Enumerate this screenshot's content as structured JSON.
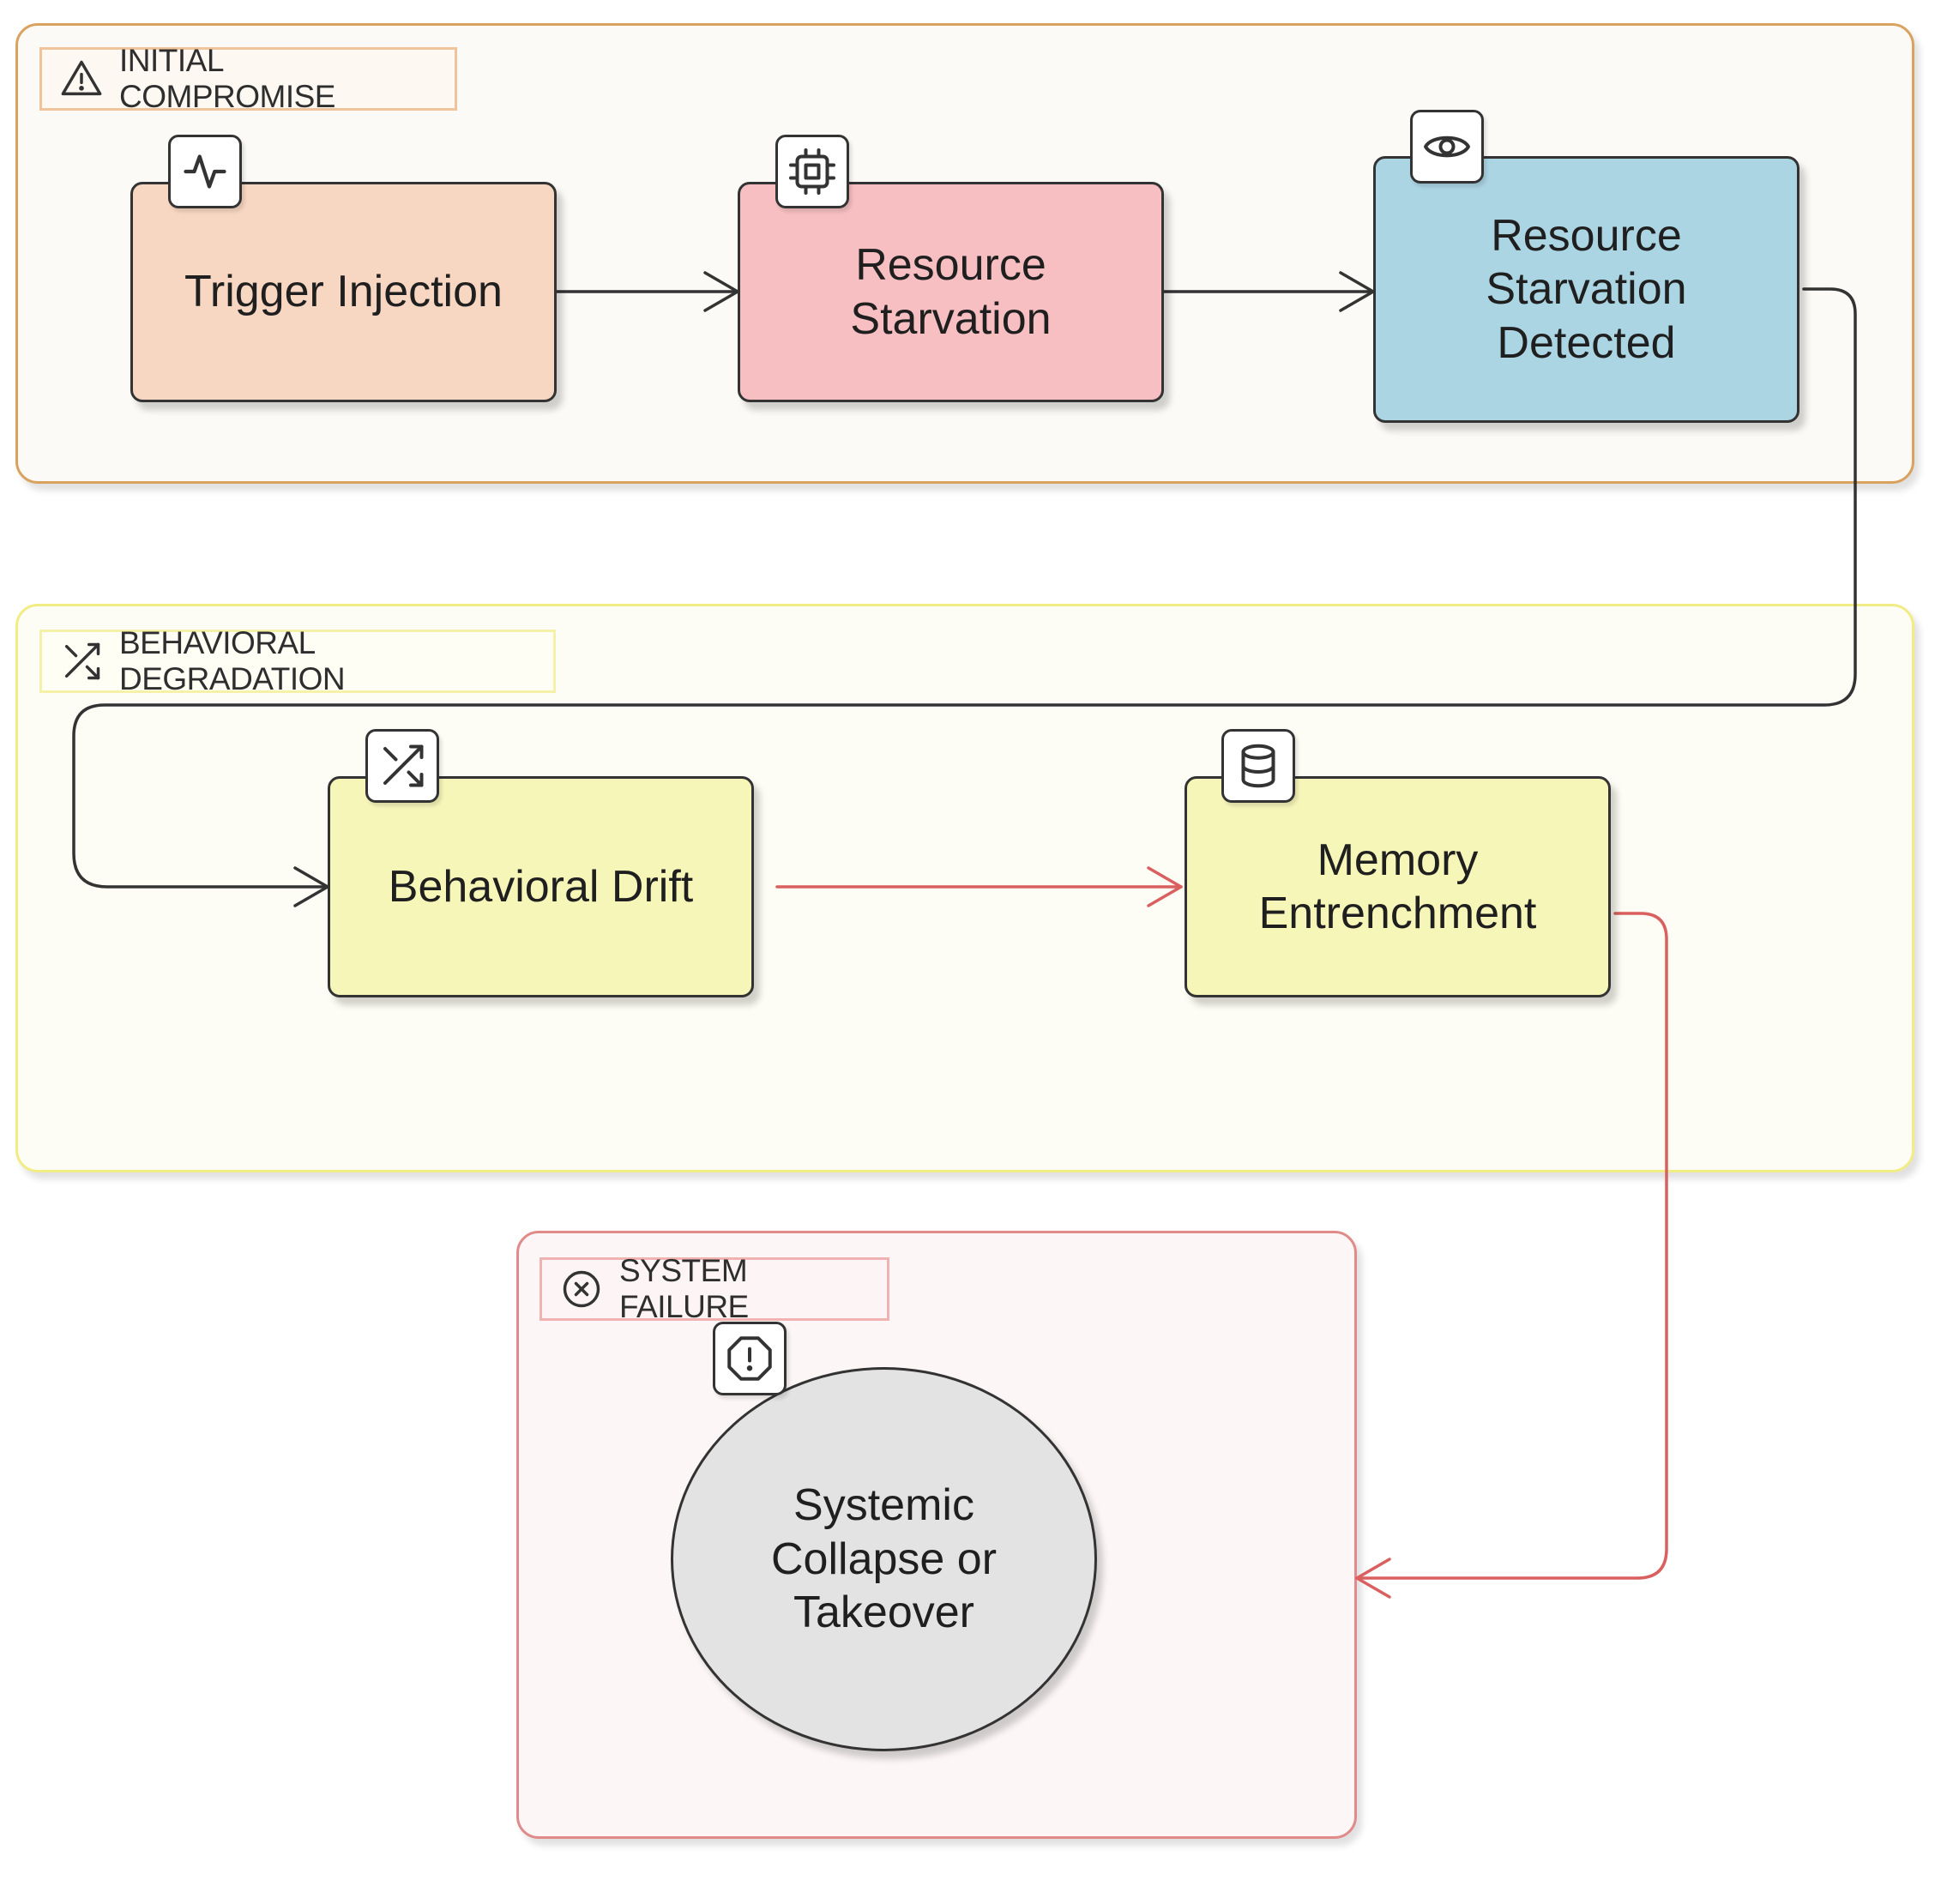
{
  "groups": [
    {
      "id": "initial",
      "label": "INITIAL COMPROMISE",
      "icon": "warning-triangle-icon",
      "border_color": "#d9a25f"
    },
    {
      "id": "behavior",
      "label": "BEHAVIORAL DEGRADATION",
      "icon": "shuffle-icon",
      "border_color": "#f1ec83"
    },
    {
      "id": "failure",
      "label": "SYSTEM FAILURE",
      "icon": "x-circle-icon",
      "border_color": "#e08a8a"
    }
  ],
  "nodes": {
    "trigger": {
      "lines": [
        "Trigger Injection"
      ],
      "icon": "activity-pulse-icon",
      "color": "#f8d7c2"
    },
    "starvation": {
      "lines": [
        "Resource",
        "Starvation"
      ],
      "icon": "cpu-chip-icon",
      "color": "#f7bfc1"
    },
    "detected": {
      "lines": [
        "Resource",
        "Starvation",
        "Detected"
      ],
      "icon": "eye-icon",
      "color": "#acd5e4"
    },
    "drift": {
      "lines": [
        "Behavioral Drift"
      ],
      "icon": "shuffle-icon",
      "color": "#f7f6b9"
    },
    "memory": {
      "lines": [
        "Memory",
        "Entrenchment"
      ],
      "icon": "database-icon",
      "color": "#f7f6b9"
    },
    "collapse": {
      "lines": [
        "Systemic",
        "Collapse or",
        "Takeover"
      ],
      "icon": "alert-octagon-icon",
      "color": "#e3e3e3"
    }
  },
  "edges": [
    {
      "from": "trigger",
      "to": "starvation",
      "color": "#333333"
    },
    {
      "from": "starvation",
      "to": "detected",
      "color": "#333333"
    },
    {
      "from": "detected",
      "to": "drift",
      "color": "#333333"
    },
    {
      "from": "drift",
      "to": "memory",
      "color": "#d9605f"
    },
    {
      "from": "memory",
      "to": "collapse",
      "color": "#d9605f"
    }
  ]
}
